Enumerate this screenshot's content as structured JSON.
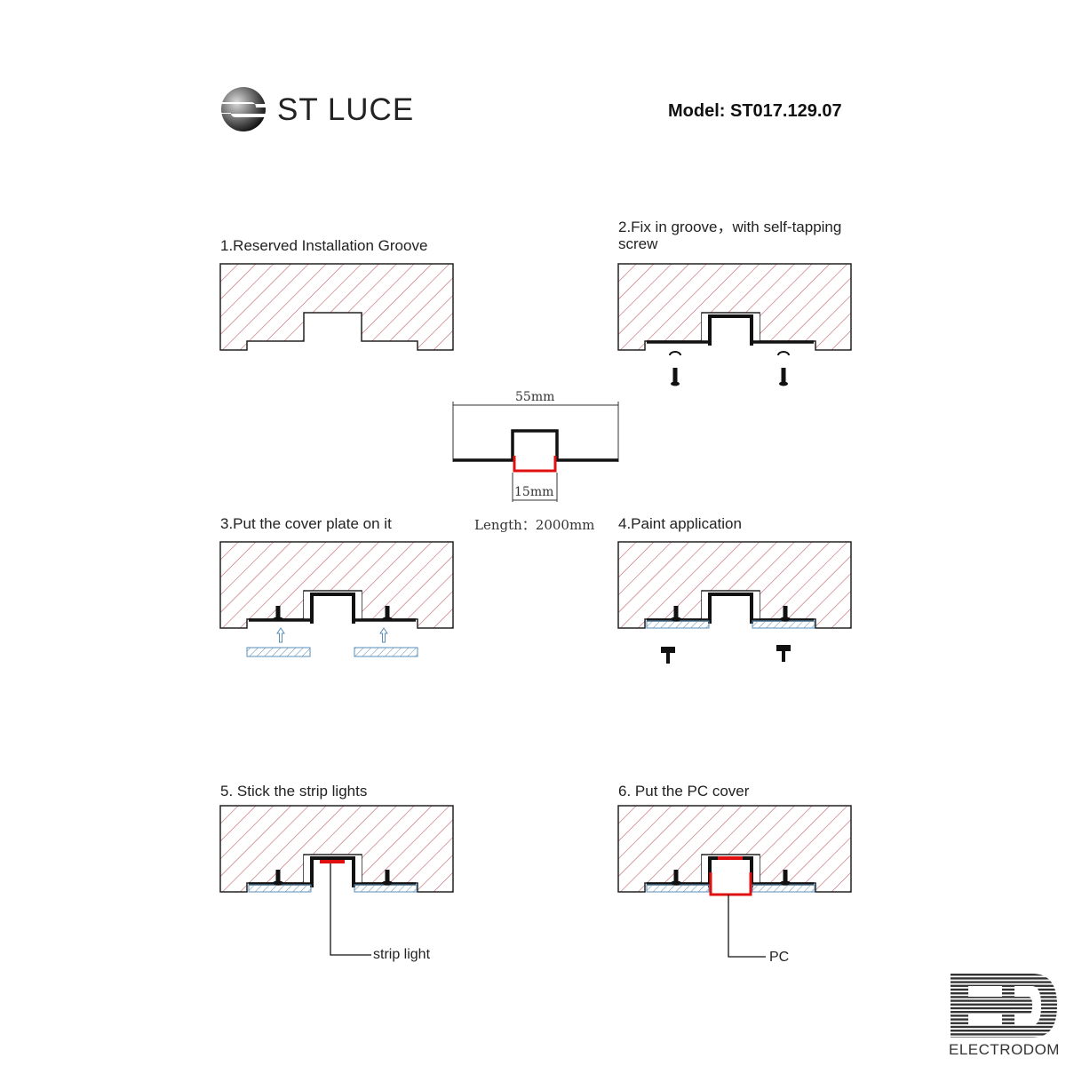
{
  "header": {
    "brand": "ST LUCE",
    "model": "Model: ST017.129.07"
  },
  "steps": [
    {
      "label": "1.Reserved Installation Groove"
    },
    {
      "label": "2.Fix in groove，with self-tapping screw"
    },
    {
      "label": "3.Put the cover plate on it"
    },
    {
      "label": "4.Paint application"
    },
    {
      "label": "5. Stick the strip lights"
    },
    {
      "label": "6. Put the PC cover"
    }
  ],
  "profile": {
    "width_label": "55mm",
    "inner_label": "15mm",
    "length_label": "Length：2000mm"
  },
  "callouts": {
    "strip_light": "strip light",
    "pc": "PC"
  },
  "watermark": {
    "text": "ELECTRODOM"
  },
  "colors": {
    "hatch_red": "#c0606a",
    "hatch_blue": "#5a8fb8",
    "accent_red": "#e01010"
  }
}
